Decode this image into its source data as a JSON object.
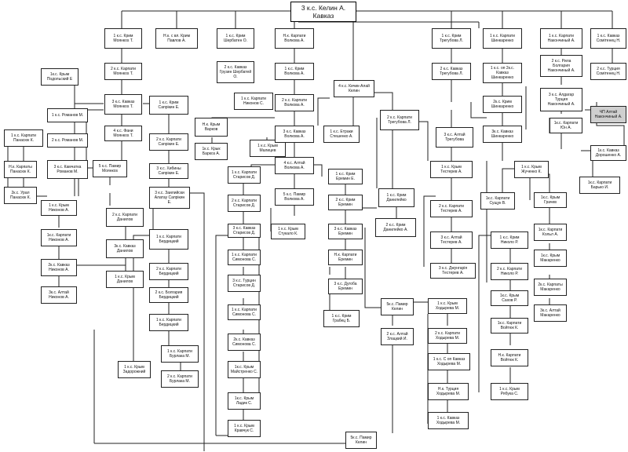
{
  "nodes": {
    "root": "3 к.с. Келин А.\nКавказ",
    "n1": "1 к.с. Крим\nМоянкоs Т.",
    "n2": "Н.к. с вл. Крим\nПавлов А.",
    "n3": "1 к.с. Крим\nШербатен О.",
    "n4": "Н.к. Карпати\nВолкова А.",
    "n5": "1 к.с. Крим\nТрегубова Л.",
    "n6": "1 к.с. Карпати\nШинкаренко",
    "n7": "1 к.с. Карпати\nНакончиный А.",
    "n8": "1 к.с. Кавказ\nСомітенец Н.",
    "n9": "2 к.с. Карпати\nМоянкоs Т.",
    "n10": "2 к.с. Кавказ\nГрузин Шербатей\nО.",
    "n11": "1 к.с. Крим\nВолкова А.",
    "n12": "2 к.с. Кавказ\nТрегубова Л.",
    "n13": "1 к.с. оп 2к.с.\nКавказ\nШинкаренко",
    "n14": "2 к.с. Рила\nБолгария\nНакончиный А.",
    "n15": "2 к.с. Турция\nСомітенец Н.",
    "n16": "1к.с. Крым\nПодольский Е",
    "n17": "3 к.с. Кавказ\nМоянкоs Т.",
    "n18": "1 к.с. Крим\nСапрікин Е.",
    "n19": "4 к.с. Кичик-Алай\nКелин",
    "n20": "1 к.с. Карпати\nНиконов С.",
    "n21": "2 к.с. Карпати\nВолкова А.",
    "n22": "2 к.с. Карпати\nТрегубова Л.",
    "n23": "2к.с. Крим\nШинкаренко",
    "n24": "3 к.с. Алдагар\nТурция\nНакончиный А.",
    "n25": "ЧП Алтай\nНакончиный А.",
    "n26": "1 к.с. Романов М.",
    "n27": "Н.к. Крым\nВарков",
    "n28": "1к.с. Карпати\nЮн А.",
    "n29": "4 к.с. Фани\nМоянкоs Т.",
    "n30": "2 к.с. Карпати\nСапрікин Е.",
    "n31": "1 к.с. Карпати\nПанасюк К.",
    "n32": "2 к.с. Романов М.",
    "n33": "1 к.с. Крым\nМалицев",
    "n34": "3 к.с. Кавказ\nВолкова А.",
    "n35": "1 к.с. Етраки\nСтешенко А.",
    "n36": "3 к.с. Алтай\nТрегубова",
    "n37": "3к.с. Кавказ\nШинкаренко",
    "n38": "1к.с. Крык\nБаркоз А.",
    "n39": "1к.с. Кавказ\nДорошенко А.",
    "n40": "Н.к. Карпаты\nПанасюк К.",
    "n41": "3 к.с. Камчатка\nРоманов М.",
    "n42": "5 к.с. Памир\nМоянкоs",
    "n43": "3 к.с. Хибины\nСапрікин Е.",
    "n44": "4 к.с. Алтай\nВолкова А.",
    "n45": "1 к.с. Карпати\nСтарисов Д.",
    "n46": "1 к.с. Крим\nЕремин Е.",
    "n47": "1 к.с. Крым\nТестерев А.",
    "n48": "1 к.с. Крым\nЖученко К.",
    "n49": "1к.с. Карпати\nБарько И.",
    "n50": "2к.с. Урал\nПанасюк К.",
    "n51": "3 к.с. Заилийски\nАлатау Сапрікин\nЕ.",
    "n52": "5 к.с. Памир\nВолкова А.",
    "n53": "2 к.с. Карпати\nСтарисов Д.",
    "n54": "2 к.с. Крим\nЕремин",
    "n55": "1 к.с. Крим\nДанилейко",
    "n56": "2 к.с. Карпати\nТестерев А.",
    "n57": "1к.с. Карпати\nСущук В.",
    "n58": "1к.с. Крым\nГрачев",
    "n59": "1 к.с. Крым\nНиконов А.",
    "n60": "1 к.с. Крым\nСтукало К.",
    "n61": "2 к.с. Крим\nДанилейко А.",
    "n62": "1к.с. Карпати\nКольл А.",
    "n63": "2 к.с. Карпати\nДанилов",
    "n64": "3 к.с. Кавказ\nСтарисов Д.",
    "n65": "3 к.с. Кавказ\nЕремин",
    "n66": "1 к.с. Карпати\nБердицкий",
    "n67": "3 к.с. Алтай\nТестерев А.",
    "n68": "1 к.с. Крим\nНиколо Р.",
    "n69": "1к.с. Карпати\nНиконов А.",
    "n70": "3к.с. Кавказ\nДанилов",
    "n71": "Н.к. Карпати\nЕремин",
    "n72": "1к.с. Крым\nМакаренко",
    "n73": "2к.с. Кавказ\nНиконов А.",
    "n74": "1 к.с. Карпати\nСимонова С.",
    "n75": "2 к.с. Карпати\nБердицкий",
    "n76": "3 к.с. Джунгарія\nТестерев А.",
    "n77": "2 к.с. Карпати\nНиколо Р.",
    "n78": "1 к.с. Крым\nДанилов",
    "n79": "3 к.с. Турцин\nСтарисов Д.",
    "n80": "3 к.с. Дугоба\nЕремин",
    "n81": "3к.с. Алтай\nНиконов А.",
    "n82": "2 к.с. Болгария\nБердицкий",
    "n83": "2к.с. Карпаты\nМакаренко",
    "n84": "1к.с. Крым\nСахов Р.",
    "n85": "5к.с. Памир\nКелин",
    "n86": "1 к.с. Крым\nХодырева М.",
    "n87": "1 к.с. Карпати\nСимонова С.",
    "n88": "3к.с. Алтай\nМакаренко",
    "n89": "1 к.с. Карпати\nБердицкий",
    "n90": "1 к.с. Крим\nГрабец Б.",
    "n91": "1к.с. Карпати\nВойтюк К.",
    "n92": "2к.с. Кавказ\nСимонова С.",
    "n93": "2 к.с. Алтай\nЗлацкий И.",
    "n94": "2 к.с. Карпати\nХодырева М.",
    "n95": "1 к.с. Карпати\nБурлака М.",
    "n96": "1к.с. Крым\nМайстренко С.",
    "n97": "Н.к. Карпати\nВойтюк К.",
    "n98": "1 к.с. Крым\nЗадорожний",
    "n99": "1 к.с. С оп Кавказ\nХодырева М.",
    "n100": "2 к.с. Карпати\nБурлака М.",
    "n101": "1 к.с. Крым\nРябука С.",
    "n102": "Н.к. Турция\nХодырева М.",
    "n103": "1к.с. Крым\nЛадик С.",
    "n104": "1 к.с. Кавказ\nХодырева М.",
    "n105": "1 к.с. Крым\nКравчук С.",
    "n106": "5к.с. Памир\nКелин"
  }
}
